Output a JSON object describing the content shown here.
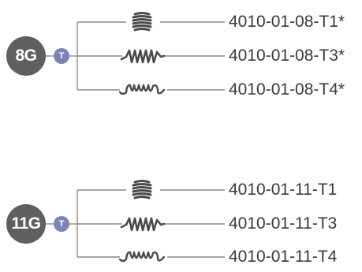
{
  "groups": [
    {
      "gauge": "8G",
      "type_badge": "T",
      "items": [
        {
          "label": "4010-01-08-T1*",
          "icon": "tight-coil-icon"
        },
        {
          "label": "4010-01-08-T3*",
          "icon": "zigzag-coil-icon"
        },
        {
          "label": "4010-01-08-T4*",
          "icon": "loop-coil-icon"
        }
      ]
    },
    {
      "gauge": "11G",
      "type_badge": "T",
      "items": [
        {
          "label": "4010-01-11-T1",
          "icon": "tight-coil-icon"
        },
        {
          "label": "4010-01-11-T3",
          "icon": "zigzag-coil-icon"
        },
        {
          "label": "4010-01-11-T4",
          "icon": "loop-coil-icon"
        }
      ]
    }
  ],
  "colors": {
    "gauge_badge": "#5f5f61",
    "type_badge": "#7a84b6",
    "connector": "#8a8a8a",
    "label_text": "#3a3a3a",
    "coil": "#4a4a4a"
  }
}
